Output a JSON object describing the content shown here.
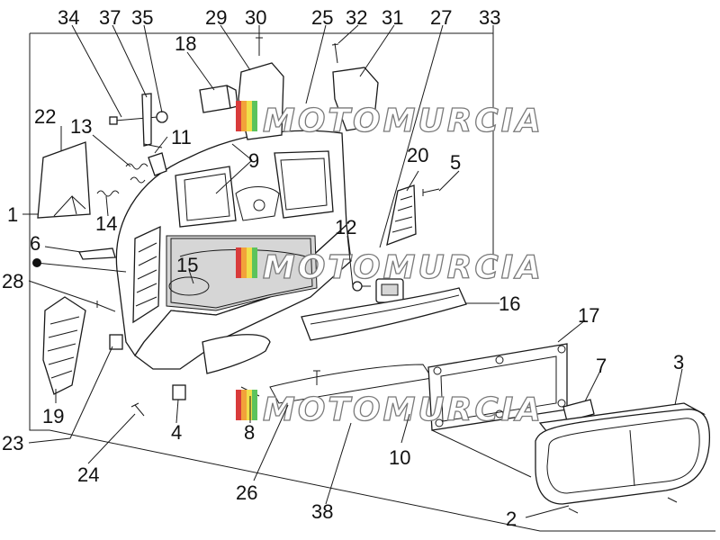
{
  "callouts": [
    {
      "id": "34",
      "label": "34"
    },
    {
      "id": "37",
      "label": "37"
    },
    {
      "id": "35",
      "label": "35"
    },
    {
      "id": "29",
      "label": "29"
    },
    {
      "id": "30",
      "label": "30"
    },
    {
      "id": "25",
      "label": "25"
    },
    {
      "id": "32",
      "label": "32"
    },
    {
      "id": "31",
      "label": "31"
    },
    {
      "id": "27",
      "label": "27"
    },
    {
      "id": "33",
      "label": "33"
    },
    {
      "id": "18",
      "label": "18"
    },
    {
      "id": "22",
      "label": "22"
    },
    {
      "id": "13",
      "label": "13"
    },
    {
      "id": "11",
      "label": "11"
    },
    {
      "id": "9",
      "label": "9"
    },
    {
      "id": "20",
      "label": "20"
    },
    {
      "id": "5",
      "label": "5"
    },
    {
      "id": "1",
      "label": "1"
    },
    {
      "id": "14",
      "label": "14"
    },
    {
      "id": "12",
      "label": "12"
    },
    {
      "id": "6",
      "label": "6"
    },
    {
      "id": "15",
      "label": "15"
    },
    {
      "id": "28",
      "label": "28"
    },
    {
      "id": "16",
      "label": "16"
    },
    {
      "id": "17",
      "label": "17"
    },
    {
      "id": "7",
      "label": "7"
    },
    {
      "id": "3",
      "label": "3"
    },
    {
      "id": "19",
      "label": "19"
    },
    {
      "id": "4",
      "label": "4"
    },
    {
      "id": "8",
      "label": "8"
    },
    {
      "id": "10",
      "label": "10"
    },
    {
      "id": "23",
      "label": "23"
    },
    {
      "id": "24",
      "label": "24"
    },
    {
      "id": "26",
      "label": "26"
    },
    {
      "id": "38",
      "label": "38"
    },
    {
      "id": "2",
      "label": "2"
    }
  ],
  "watermark": {
    "text": "MOTOMURCIA",
    "colors": [
      "#d93b3b",
      "#f2a23a",
      "#f0e04a",
      "#5cc35c"
    ]
  }
}
